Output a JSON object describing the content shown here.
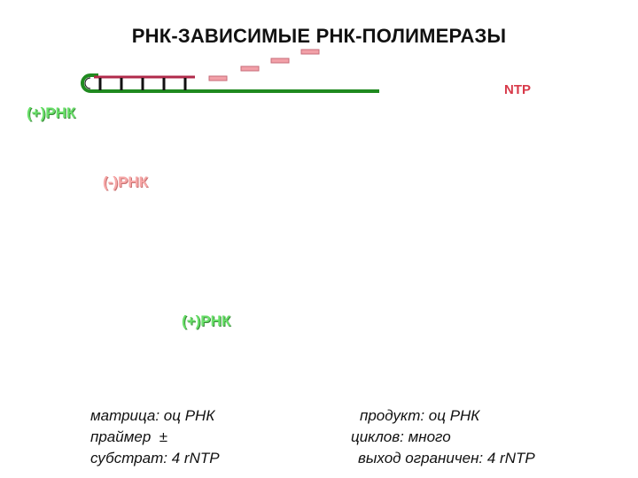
{
  "title": "РНК-ЗАВИСИМЫЕ РНК-ПОЛИМЕРАЗЫ",
  "labels": {
    "ntp": "NTP",
    "plus_rna_top": "(+)РНК",
    "minus_rna": "(-)РНК",
    "plus_rna_bottom": "(+)РНК"
  },
  "notes_left": {
    "line1": "матрица: оц РНК",
    "line2": "праймер  ±",
    "line3": "субстрат: 4 rNTP"
  },
  "notes_right": {
    "line1": "продукт: оц РНК",
    "line2": "циклов: много",
    "line3": "выход ограничен: 4 rNTP"
  },
  "colors": {
    "plus_strand": "#1f8a1f",
    "minus_strand": "#e07c8c",
    "nascent_minus": "#b02a4a",
    "nascent_plus": "#4040c0",
    "ntp_pink": "#f2a0a8",
    "ntp_green": "#6ccf6c",
    "arrow": "#555555"
  }
}
